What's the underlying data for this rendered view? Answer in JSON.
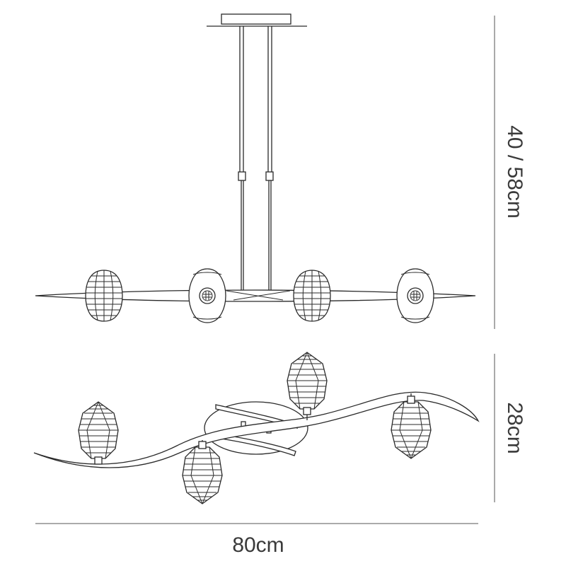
{
  "diagram": {
    "dimensions": {
      "height_label": "40 / 58cm",
      "depth_label": "28cm",
      "width_label": "80cm"
    },
    "views": {
      "front_view": {
        "shade_count": 4
      },
      "top_view": {
        "shade_count": 4
      }
    },
    "colors": {
      "line": "#2a2a2a",
      "dimension_text": "#3a3a3a",
      "background": "#ffffff"
    }
  }
}
